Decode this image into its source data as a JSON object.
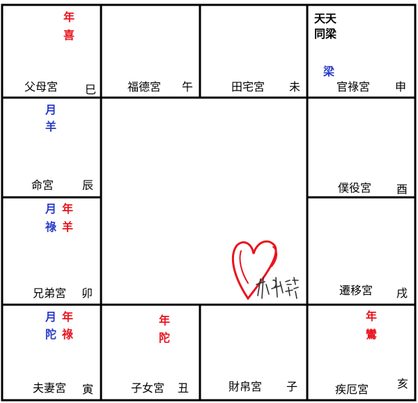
{
  "palette": {
    "red": "#e8141e",
    "blue": "#2a3cc8",
    "black": "#000000",
    "grid": "#000000"
  },
  "palaces": [
    {
      "id": "fumu",
      "name": "父母宮",
      "branch": "巳"
    },
    {
      "id": "fude",
      "name": "福德宮",
      "branch": "午"
    },
    {
      "id": "tianzhai",
      "name": "田宅宮",
      "branch": "未"
    },
    {
      "id": "guanlu",
      "name": "官祿宮",
      "branch": "申"
    },
    {
      "id": "ming",
      "name": "命宮",
      "branch": "辰"
    },
    {
      "id": "puyi",
      "name": "僕役宮",
      "branch": "酉"
    },
    {
      "id": "xiongdi",
      "name": "兄弟宮",
      "branch": "卯"
    },
    {
      "id": "qianyi",
      "name": "遷移宮",
      "branch": "戌"
    },
    {
      "id": "fuqi",
      "name": "夫妻宮",
      "branch": "寅"
    },
    {
      "id": "zinv",
      "name": "子女宮",
      "branch": "丑"
    },
    {
      "id": "caibo",
      "name": "財帛宮",
      "branch": "子"
    },
    {
      "id": "jie",
      "name": "疾厄宮",
      "branch": "亥"
    }
  ],
  "stars": {
    "fumu": [
      "年",
      "喜"
    ],
    "guanlu_main": [
      "天天",
      "同梁"
    ],
    "guanlu_sihua": "梁",
    "ming": [
      "月",
      "羊"
    ],
    "xiongdi_blue": [
      "月",
      "祿"
    ],
    "xiongdi_red": [
      "年",
      "羊"
    ],
    "fuqi_blue": [
      "月",
      "陀"
    ],
    "fuqi_red": [
      "年",
      "祿"
    ],
    "zinv": [
      "年",
      "陀"
    ],
    "jie": [
      "年",
      "鸞"
    ]
  }
}
